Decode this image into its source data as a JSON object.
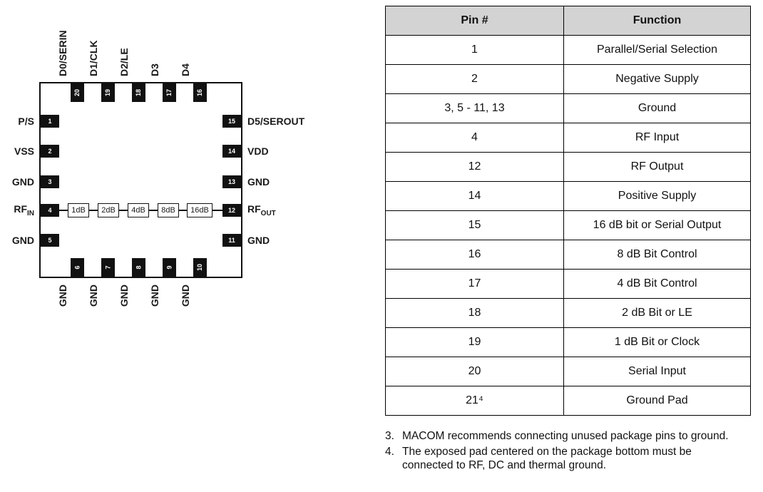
{
  "diagram": {
    "top_pins": [
      {
        "num": "20",
        "label": "D0/SERIN"
      },
      {
        "num": "19",
        "label": "D1/CLK"
      },
      {
        "num": "18",
        "label": "D2/LE"
      },
      {
        "num": "17",
        "label": "D3"
      },
      {
        "num": "16",
        "label": "D4"
      }
    ],
    "left_pins": [
      {
        "num": "1",
        "label": "P/S"
      },
      {
        "num": "2",
        "label": "VSS"
      },
      {
        "num": "3",
        "label": "GND"
      },
      {
        "num": "4",
        "label": "RF",
        "label_sub": "IN"
      },
      {
        "num": "5",
        "label": "GND"
      }
    ],
    "right_pins": [
      {
        "num": "15",
        "label": "D5/SEROUT"
      },
      {
        "num": "14",
        "label": "VDD"
      },
      {
        "num": "13",
        "label": "GND"
      },
      {
        "num": "12",
        "label": "RF",
        "label_sub": "OUT"
      },
      {
        "num": "11",
        "label": "GND"
      }
    ],
    "bottom_pins": [
      {
        "num": "6",
        "label": "GND"
      },
      {
        "num": "7",
        "label": "GND"
      },
      {
        "num": "8",
        "label": "GND"
      },
      {
        "num": "9",
        "label": "GND"
      },
      {
        "num": "10",
        "label": "GND"
      }
    ],
    "attenuator_stages": [
      "1dB",
      "2dB",
      "4dB",
      "8dB",
      "16dB"
    ]
  },
  "table": {
    "headers": {
      "pin": "Pin #",
      "function": "Function"
    },
    "rows": [
      {
        "pin": "1",
        "function": "Parallel/Serial Selection"
      },
      {
        "pin": "2",
        "function": "Negative Supply"
      },
      {
        "pin": "3, 5 - 11, 13",
        "function": "Ground"
      },
      {
        "pin": "4",
        "function": "RF Input"
      },
      {
        "pin": "12",
        "function": "RF Output"
      },
      {
        "pin": "14",
        "function": "Positive Supply"
      },
      {
        "pin": "15",
        "function": "16 dB bit or Serial Output"
      },
      {
        "pin": "16",
        "function": "8 dB Bit Control"
      },
      {
        "pin": "17",
        "function": "4 dB Bit Control"
      },
      {
        "pin": "18",
        "function": "2 dB Bit or LE"
      },
      {
        "pin": "19",
        "function": "1 dB Bit or Clock"
      },
      {
        "pin": "20",
        "function": "Serial Input"
      },
      {
        "pin": "21⁴",
        "function": "Ground Pad"
      }
    ]
  },
  "footnotes": [
    {
      "num": "3.",
      "text": "MACOM recommends connecting unused package pins to ground."
    },
    {
      "num": "4.",
      "text": "The exposed pad centered on the package bottom must be connected to RF, DC and thermal ground."
    }
  ],
  "colors": {
    "table_header_bg": "#d3d3d3",
    "pin_fill": "#111111",
    "pin_text": "#ffffff",
    "border": "#000000"
  }
}
